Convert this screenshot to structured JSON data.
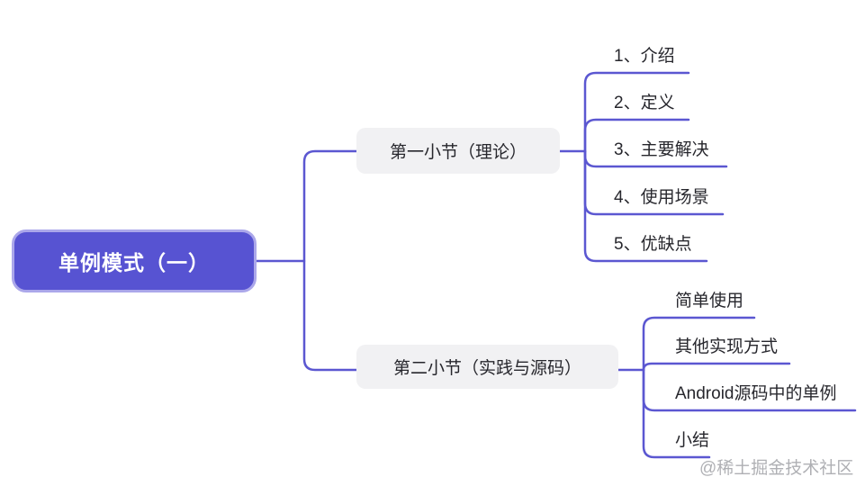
{
  "diagram": {
    "type": "mindmap",
    "root": {
      "label": "单例模式（一）"
    },
    "branches": [
      {
        "label": "第一小节（理论）",
        "leaves": [
          {
            "label": "1、介绍"
          },
          {
            "label": "2、定义"
          },
          {
            "label": "3、主要解决"
          },
          {
            "label": "4、使用场景"
          },
          {
            "label": "5、优缺点"
          }
        ]
      },
      {
        "label": "第二小节（实践与源码）",
        "leaves": [
          {
            "label": "简单使用"
          },
          {
            "label": "其他实现方式"
          },
          {
            "label": "Android源码中的单例"
          },
          {
            "label": "小结"
          }
        ]
      }
    ],
    "colors": {
      "accent_purple": "#5B57D1",
      "root_fill": "#5753D2",
      "root_border": "#ABA7EA",
      "root_text": "#FFFFFF",
      "branch_fill": "#F1F1F3",
      "node_text": "#27272D",
      "watermark_text": "#AFB0B4",
      "background": "#FFFFFF"
    }
  },
  "watermark": {
    "label": "@稀土掘金技术社区"
  }
}
